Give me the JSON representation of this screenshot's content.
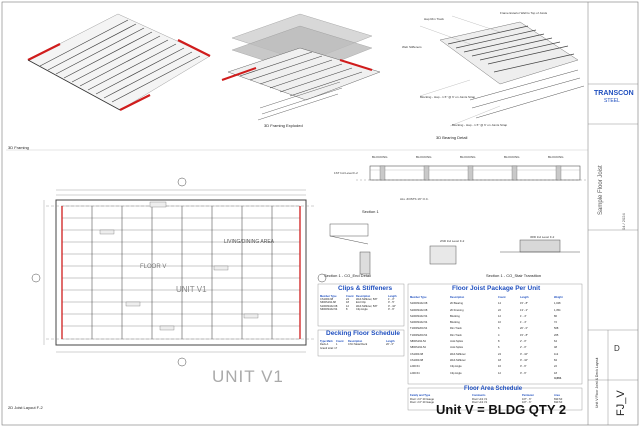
{
  "views": {
    "framing_3d": "3D Framing",
    "framing_exploded": "3D Framing Exploded",
    "bearing_detail": "3D Bearing Detail",
    "floor_plan": "2D Joist Layout F-2",
    "section_a": "Section 1",
    "section_b": "Section 1 - CO_End Detail",
    "section_c": "Section 1 - CO_Stair Transition"
  },
  "callouts": {
    "hat_plan_truss": "Hap Rim Track",
    "web_stiffeners": "Web Stiffeners",
    "frame_exterior": "Frame Exterior Wall to Top of Joists",
    "blocking_a": "Blocking - Hap - 1.5\" @ 6' on Joints Strap",
    "blocking_b": "Blocking - Hap - 1.5\" @ 6' on Joints Strap"
  },
  "section": {
    "blocking_tags": [
      "BLOCKING",
      "BLOCKING",
      "BLOCKING",
      "BLOCKING",
      "BLOCKING"
    ],
    "joist_note": "ALL JOISTS 16\" O.C.",
    "level_a": "1ST Ind Level F-2",
    "level_b": "2ND Ind Level F-2",
    "level_c": "3RD Ind Level F-2"
  },
  "plan": {
    "room_living": "LIVING/DINING AREA",
    "room_floor": "FLOOR V",
    "room_unit": "UNIT V1",
    "watermark": "UNIT V1"
  },
  "clips_table": {
    "title": "Clips & Stiffeners",
    "headers": [
      "Member Type",
      "Count",
      "Description",
      "Length"
    ],
    "rows": [
      [
        "CS1000-68",
        "24",
        "Web Stiffener, 5/8\"",
        "1' - 0\""
      ],
      [
        "S600S162-68",
        "18",
        "End Clip",
        "0' - 5\""
      ],
      [
        "S1000S162-68",
        "12",
        "Web Stiffener, 5/8\"",
        "0' - 10\""
      ],
      [
        "S6000S162-54",
        "8",
        "Clip Angle",
        "0' - 6\""
      ]
    ]
  },
  "decking_table": {
    "title": "Decking Floor Schedule",
    "headers": [
      "Type Mark",
      "Count",
      "Description",
      "Length"
    ],
    "rows": [
      [
        "Deck A",
        "1",
        "0.6C Metal Deck",
        "20' - 0\""
      ]
    ],
    "grand_total": "Grand total: 17"
  },
  "joist_table": {
    "title": "Floor Joist Package Per Unit",
    "headers": [
      "Member Type",
      "Description",
      "Count",
      "Length",
      "Weight"
    ],
    "rows": [
      [
        "S1000S162-68",
        "2D Bearing",
        "14",
        "15' - 8\"",
        "1,028"
      ],
      [
        "S1000S162-68",
        "2D Framing",
        "22",
        "13' - 2\"",
        "1,354"
      ],
      [
        "S1000S162-54",
        "Blocking",
        "12",
        "1' - 4\"",
        "86"
      ],
      [
        "S1000S162-54",
        "Blocking",
        "10",
        "1' - 4\"",
        "72"
      ],
      [
        "T1000S200-54",
        "Rim Track",
        "6",
        "20' - 0\"",
        "508"
      ],
      [
        "T1000S200-54",
        "Rim Track",
        "4",
        "15' - 8\"",
        "265"
      ],
      [
        "S800S162-54",
        "Joist Splice",
        "8",
        "2' - 0\"",
        "64"
      ],
      [
        "S800S162-54",
        "Joist Splice",
        "6",
        "2' - 0\"",
        "48"
      ],
      [
        "CS1000-68",
        "Web Stiffener",
        "24",
        "0' - 10\"",
        "112"
      ],
      [
        "CS1000-68",
        "Web Stiffener",
        "18",
        "0' - 10\"",
        "84"
      ],
      [
        "L200-54",
        "Clip Angle",
        "16",
        "0' - 6\"",
        "22"
      ],
      [
        "L200-54",
        "Clip Angle",
        "12",
        "0' - 6\"",
        "18"
      ]
    ],
    "total": "3,661"
  },
  "area_table": {
    "title": "Floor Area Schedule",
    "headers": [
      "Family and Type",
      "Comments",
      "Perimeter",
      "Area"
    ],
    "rows": [
      [
        "Floor: 2.0\" 20 Gauge",
        "Floor Unit V1",
        "107' - 6\"",
        "690 SF"
      ],
      [
        "Floor: 2.0\" 20 Gauge",
        "Floor Unit V1",
        "107' - 6\"",
        "690 SF"
      ]
    ]
  },
  "footer_note": "Unit V = BLDG QTY 2",
  "title_block": {
    "company": "TRANSCON",
    "company_sub": "STEEL",
    "project": "Sample Floor Joist",
    "sheet_title": "Unit V Floor Joist & Deck Layout",
    "sheet_number": "FJ_V",
    "revision": "D",
    "date": "04 / 2024"
  },
  "colors": {
    "rim_red": "#d01c1c",
    "table_blue": "#1f4fbf",
    "line_gray": "#555555"
  }
}
